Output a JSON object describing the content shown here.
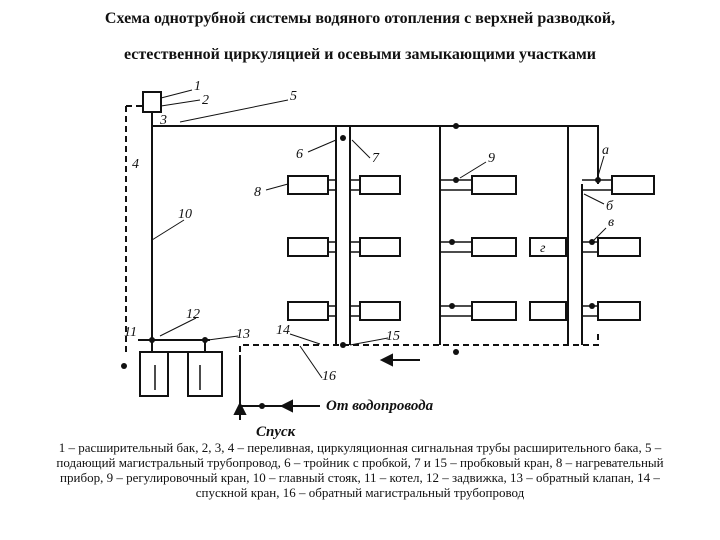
{
  "title": {
    "line1": "Схема однотрубной системы водяного отопления с верхней разводкой,",
    "line2": "естественной циркуляцией и осевыми замыкающими участками"
  },
  "labels": {
    "n1": "1",
    "n2": "2",
    "n3": "3",
    "n4": "4",
    "n5": "5",
    "n6": "6",
    "n7": "7",
    "n8": "8",
    "n9": "9",
    "n10": "10",
    "n11": "11",
    "n12": "12",
    "n13": "13",
    "n14": "14",
    "n15": "15",
    "n16": "16",
    "a": "а",
    "b": "б",
    "v": "в",
    "g": "г"
  },
  "annotations": {
    "water_supply": "От водопровода",
    "drain": "Спуск"
  },
  "caption": "1 – расширительный бак, 2, 3, 4 – переливная, циркуляционная сигнальная трубы расширительного бака, 5 – подающий магистральный трубопровод, 6 – тройник с пробкой, 7 и 15 – пробковый кран, 8 – нагревательный прибор, 9 – регулировочный кран, 10 – главный стояк, 11 – котел, 12 – задвижка, 13 – обратный клапан, 14 – спускной кран, 16 – обратный магистральный трубопровод"
}
